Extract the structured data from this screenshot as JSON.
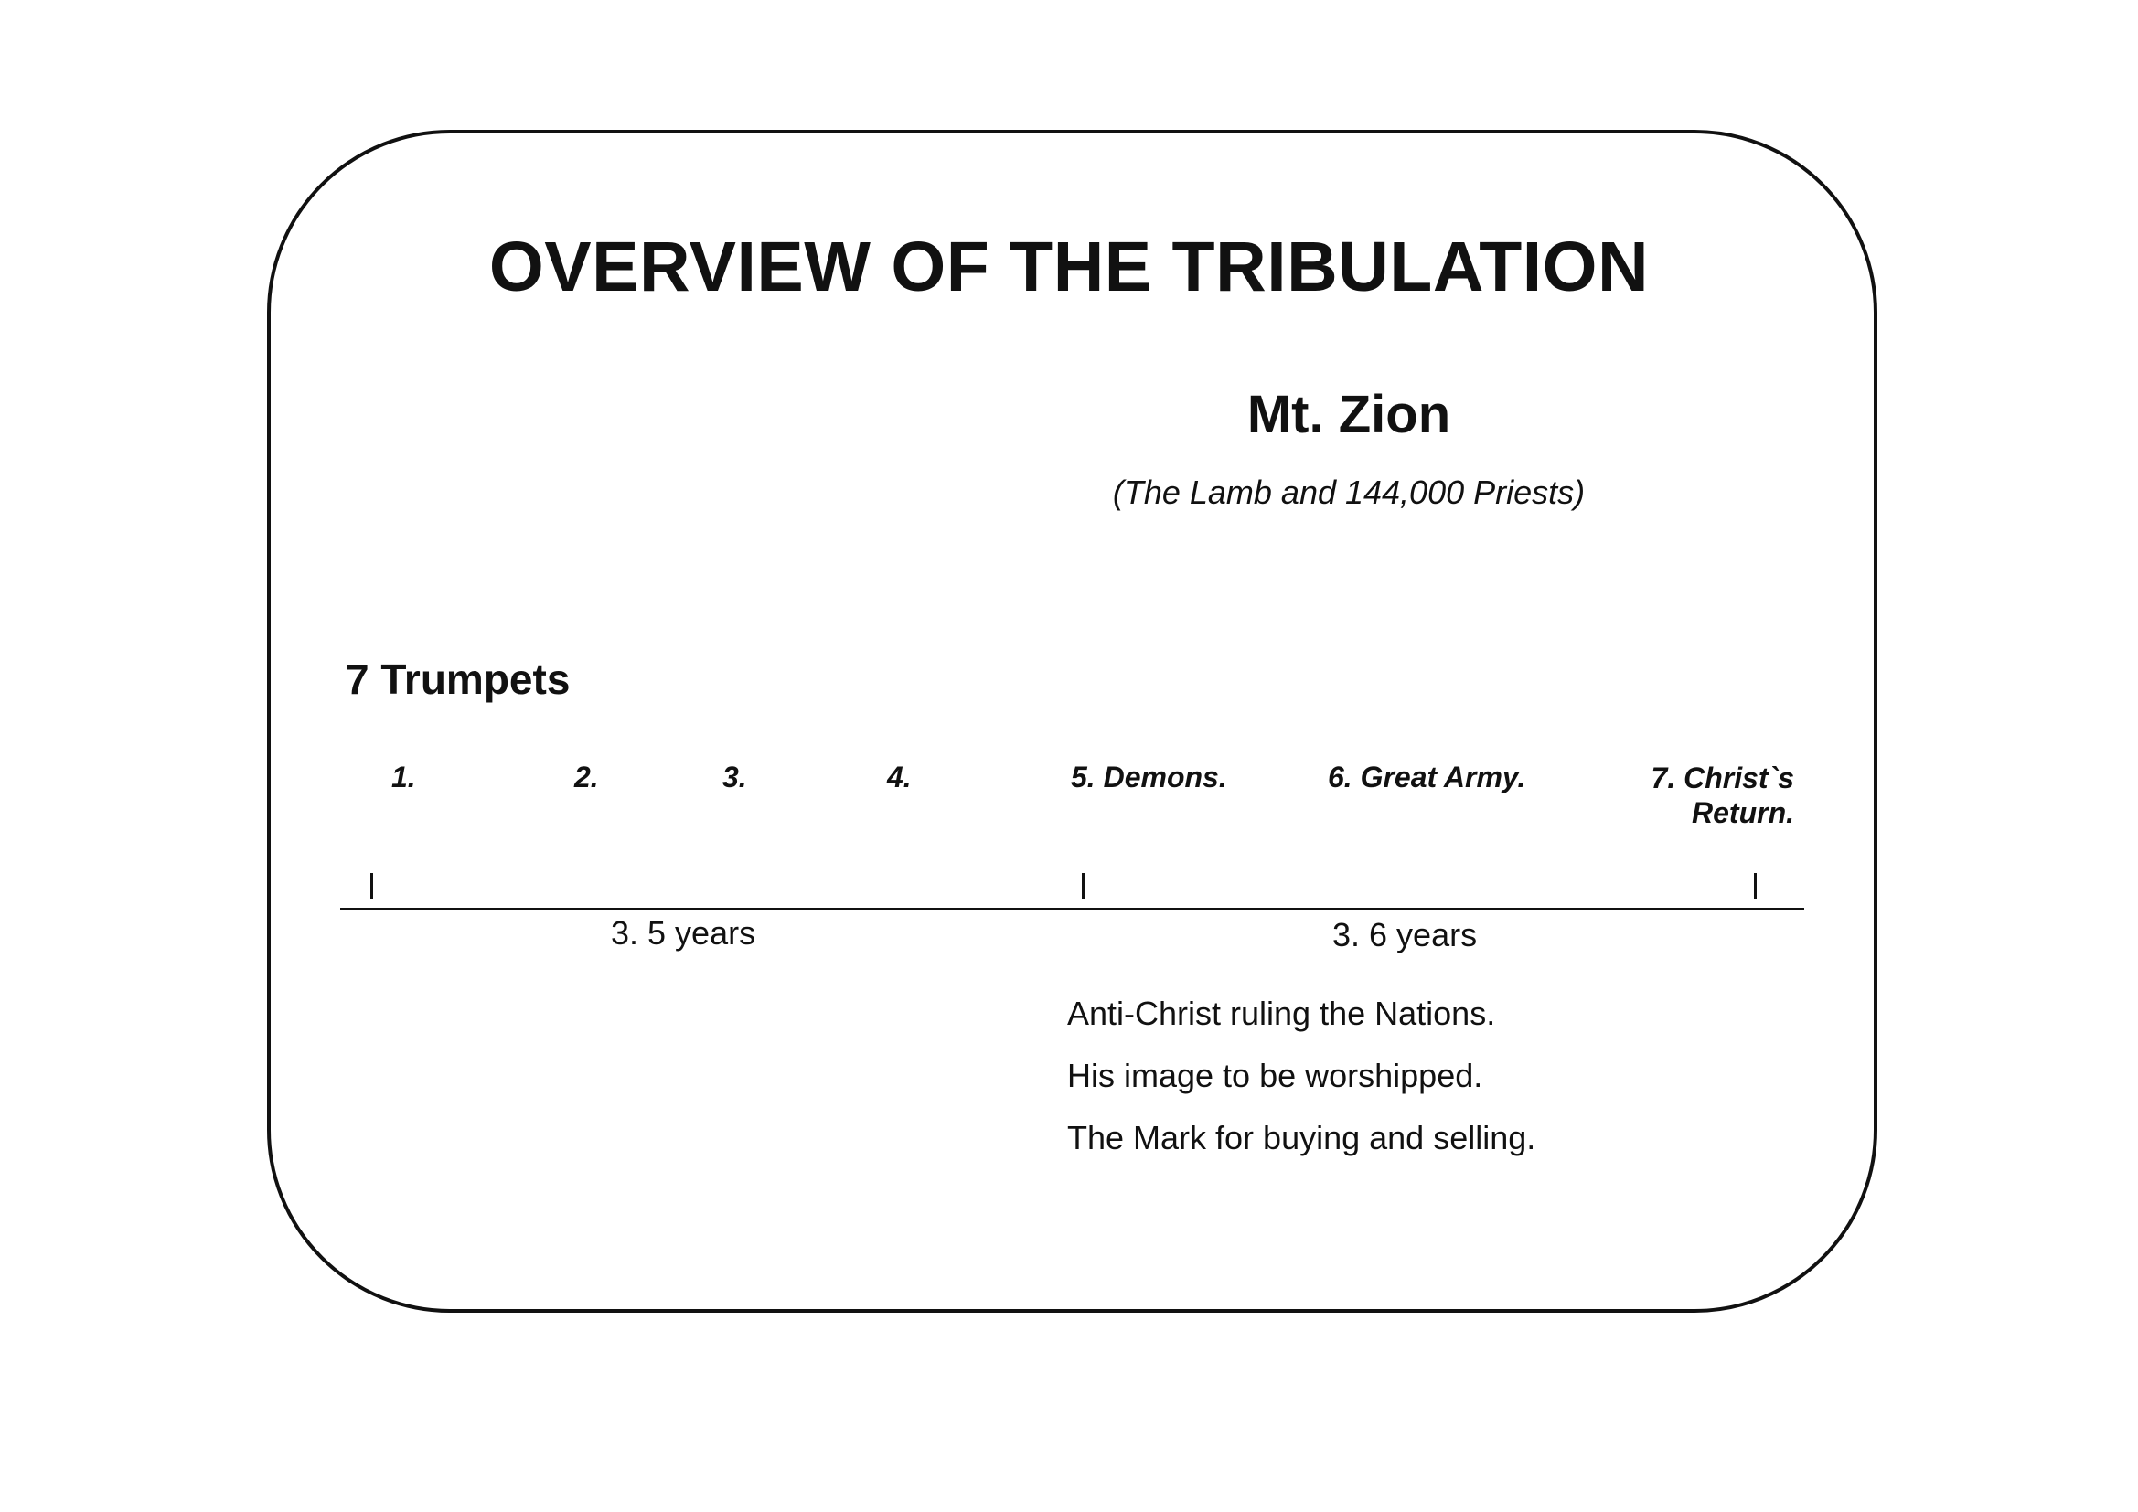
{
  "title": "OVERVIEW OF THE TRIBULATION",
  "zion": {
    "title": "Mt. Zion",
    "subtitle": "(The Lamb and 144,000 Priests)"
  },
  "trumpets": {
    "label": "7 Trumpets",
    "items": [
      "1.",
      "2.",
      "3.",
      "4.",
      "5. Demons.",
      "6. Great Army.",
      "7. Christ`s Return."
    ]
  },
  "timeline": {
    "first_half": "3. 5 years",
    "second_half": "3. 6 years"
  },
  "notes": [
    "Anti-Christ ruling the Nations.",
    "His image to be worshipped.",
    "The Mark for buying and selling."
  ]
}
